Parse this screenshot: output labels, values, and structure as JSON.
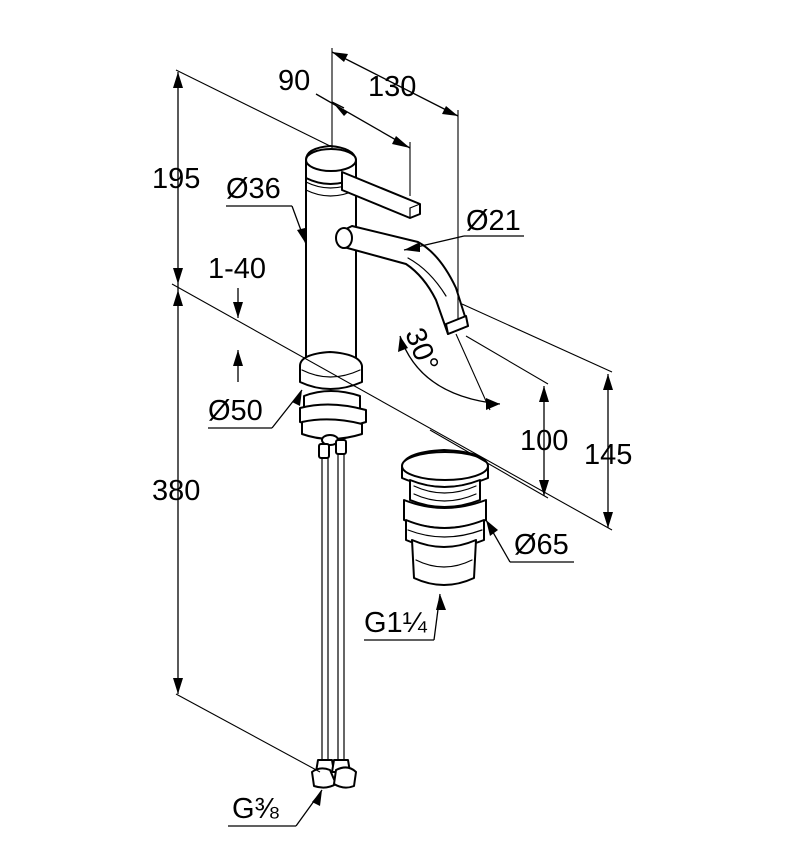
{
  "dimensions": {
    "spout_reach_lever": "90",
    "spout_reach_total": "130",
    "total_height": "195",
    "body_diameter": "Ø36",
    "spout_diameter": "Ø21",
    "deck_thickness": "1-40",
    "base_diameter": "Ø50",
    "swivel_angle": "30°",
    "spout_height": "100",
    "max_height_above_deck": "145",
    "waste_diameter": "Ø65",
    "waste_thread": "G1¼",
    "hose_length": "380",
    "connection_thread": "G⅜"
  }
}
